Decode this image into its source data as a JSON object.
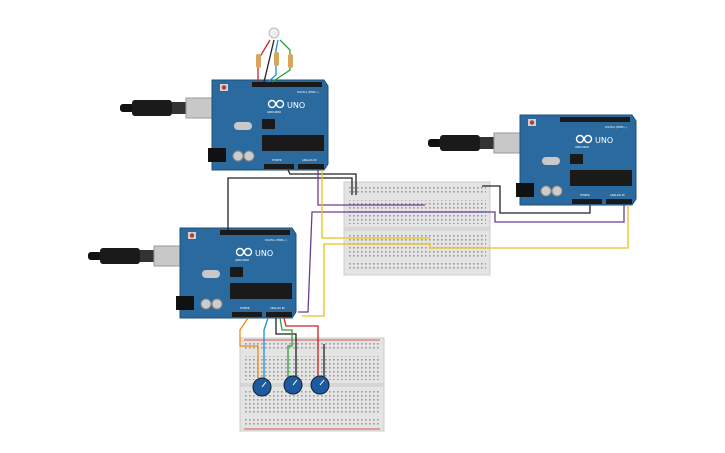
{
  "board": {
    "model_label": "UNO",
    "brand_label": "ARDUINO",
    "digital_label": "DIGITAL (PWM~)",
    "power_label": "POWER",
    "analog_label": "ANALOG IN"
  },
  "boards": [
    "arduino-uno-top",
    "arduino-uno-right",
    "arduino-uno-left"
  ],
  "breadboards": [
    "breadboard-center",
    "breadboard-bottom"
  ],
  "components": {
    "led": "rgb-led",
    "resistors": 3,
    "potentiometers": 3
  },
  "colors": {
    "board": "#2b6a9e",
    "breadboard": "#e6e6e6",
    "wire_black": "#222222",
    "wire_purple": "#6a3f8e",
    "wire_yellow": "#e8c417",
    "wire_red": "#d22020",
    "wire_green": "#2e9e3a",
    "wire_blue": "#1f8fd6",
    "wire_orange": "#e88a1a",
    "knob": "#1e5aa0"
  }
}
